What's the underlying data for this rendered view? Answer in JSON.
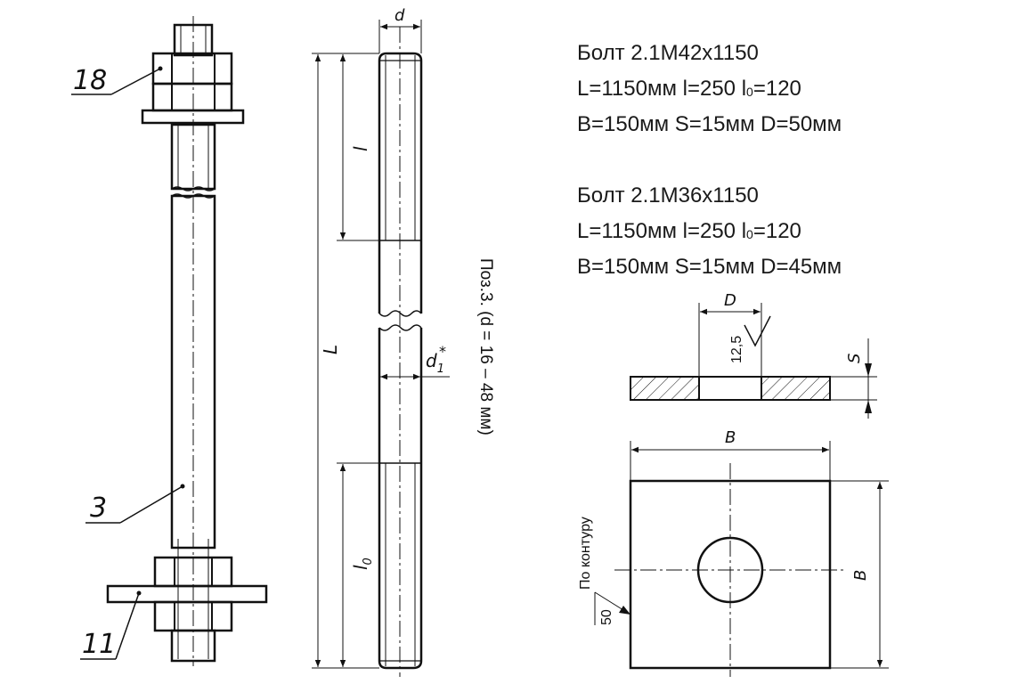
{
  "callouts": {
    "nut_assembly": "18",
    "stud": "3",
    "plate": "11"
  },
  "stud_view": {
    "dim_d": "d",
    "dim_l": "l",
    "dim_L": "L",
    "dim_d1": "d",
    "dim_d1_sub": "1",
    "dim_d1_star": "*",
    "dim_l0": "l",
    "dim_l0_sub": "0",
    "caption": "Поз.3. (d = 16 – 48 мм)"
  },
  "washer_section": {
    "dim_D": "D",
    "roughness": "12,5",
    "dim_S": "S"
  },
  "plate_view": {
    "dim_B_top": "B",
    "dim_B_side": "B",
    "weld_note": "По контуру",
    "weld_size": "50"
  },
  "specs": [
    {
      "name": "Болт 2.1М42х1150",
      "line2_a": "L=1150мм l=250   l",
      "line2_sub": "0",
      "line2_b": "=120",
      "line3": "B=150мм  S=15мм D=50мм"
    },
    {
      "name": "Болт 2.1М36х1150",
      "line2_a": "L=1150мм l=250   l",
      "line2_sub": "0",
      "line2_b": "=120",
      "line3": "B=150мм  S=15мм D=45мм"
    }
  ]
}
